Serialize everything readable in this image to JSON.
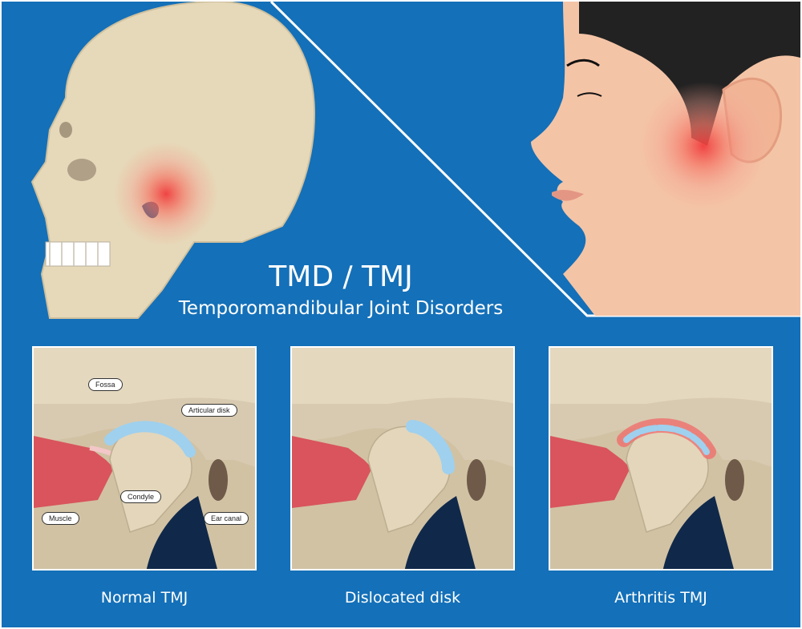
{
  "title": "TMD / TMJ",
  "subtitle": "Temporomandibular Joint Disorders",
  "panels": [
    {
      "caption": "Normal TMJ"
    },
    {
      "caption": "Dislocated disk"
    },
    {
      "caption": "Arthritis TMJ"
    }
  ],
  "labels": {
    "fossa": "Fossa",
    "articular_disk": "Articular disk",
    "condyle": "Condyle",
    "muscle": "Muscle",
    "ear_canal": "Ear canal"
  },
  "colors": {
    "background": "#1470b8",
    "bone": "#d8cab0",
    "pain": "#f05a5a",
    "disk": "#b9dff2",
    "muscle": "#d9545c"
  }
}
